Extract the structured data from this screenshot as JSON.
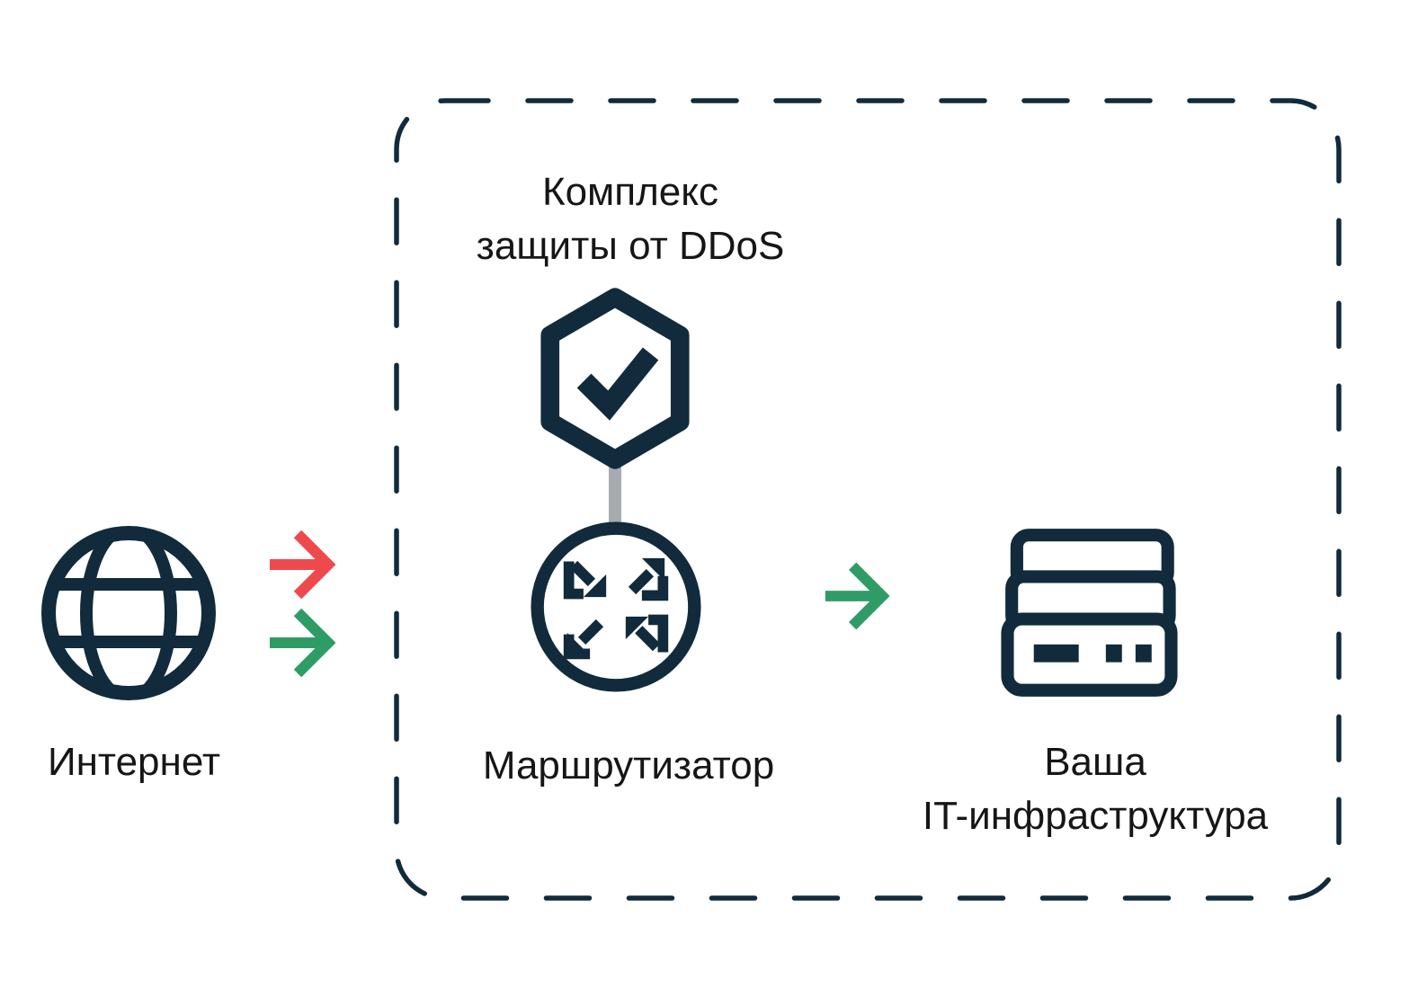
{
  "diagram": {
    "internet": {
      "label": "Интернет"
    },
    "protection_zone": {
      "title": "Комплекс\nзащиты от DDoS",
      "router_label": "Маршрутизатор"
    },
    "infrastructure": {
      "label": "Ваша\nIT-инфраструктура"
    },
    "icons": {
      "internet": "globe-icon",
      "protection": "shield-check-icon",
      "router": "router-arrows-icon",
      "infrastructure": "server-stack-icon",
      "attack_flow": "red-arrow-icon",
      "clean_flow": "green-arrow-icon"
    },
    "colors": {
      "navy": "#112b3c",
      "red": "#ee4a4d",
      "green": "#2f9c66",
      "gray": "#a6abaf",
      "text": "#161616",
      "bg": "#ffffff"
    }
  }
}
